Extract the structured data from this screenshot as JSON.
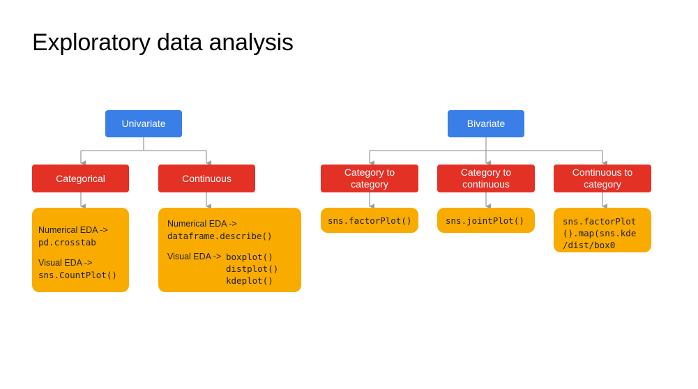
{
  "title": "Exploratory data analysis",
  "univariate": {
    "label": "Univariate",
    "categorical": {
      "label": "Categorical",
      "numerical_label": "Numerical EDA ->",
      "numerical_code": "pd.crosstab",
      "visual_label": "Visual EDA ->",
      "visual_code": "sns.CountPlot()"
    },
    "continuous": {
      "label": "Continuous",
      "numerical_label": "Numerical EDA ->",
      "numerical_code": "dataframe.describe()",
      "visual_label": "Visual EDA ->",
      "visual_codes": [
        "boxplot()",
        "distplot()",
        "kdeplot()"
      ]
    }
  },
  "bivariate": {
    "label": "Bivariate",
    "cat_cat": {
      "label_line1": "Category to",
      "label_line2": "category",
      "code": "sns.factorPlot()"
    },
    "cat_cont": {
      "label_line1": "Category to",
      "label_line2": "continuous",
      "code": "sns.jointPlot()"
    },
    "cont_cat": {
      "label_line1": "Continuous to",
      "label_line2": "category",
      "code_lines": [
        "sns.factorPlot",
        "().map(sns.kde",
        "/dist/box0"
      ]
    }
  },
  "colors": {
    "blue": "#3a7ee8",
    "red": "#e33126",
    "amber": "#f9ab00",
    "connector": "#9e9e9e"
  }
}
